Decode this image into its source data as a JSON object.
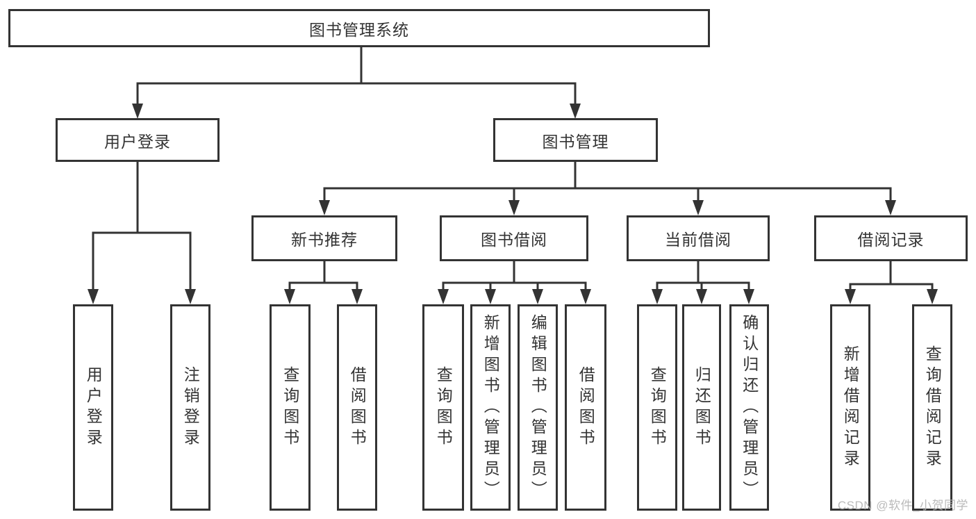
{
  "colors": {
    "line": "#333333",
    "text": "#333333",
    "watermark": "#b5b5b5",
    "background": "#ffffff"
  },
  "watermark": {
    "text": "CSDN @软件_小贺同学"
  },
  "tree": {
    "root": {
      "label": "图书管理系统"
    },
    "branches": [
      {
        "label": "用户登录",
        "children": [
          {
            "label": "用户登录"
          },
          {
            "label": "注销登录"
          }
        ]
      },
      {
        "label": "图书管理",
        "children": [
          {
            "label": "新书推荐",
            "children": [
              {
                "label": "查询图书"
              },
              {
                "label": "借阅图书"
              }
            ]
          },
          {
            "label": "图书借阅",
            "children": [
              {
                "label": "查询图书"
              },
              {
                "label": "新增图书（管理员）"
              },
              {
                "label": "编辑图书（管理员）"
              },
              {
                "label": "借阅图书"
              }
            ]
          },
          {
            "label": "当前借阅",
            "children": [
              {
                "label": "查询图书"
              },
              {
                "label": "归还图书"
              },
              {
                "label": "确认归还（管理员）"
              }
            ]
          },
          {
            "label": "借阅记录",
            "children": [
              {
                "label": "新增借阅记录"
              },
              {
                "label": "查询借阅记录"
              }
            ]
          }
        ]
      }
    ]
  }
}
